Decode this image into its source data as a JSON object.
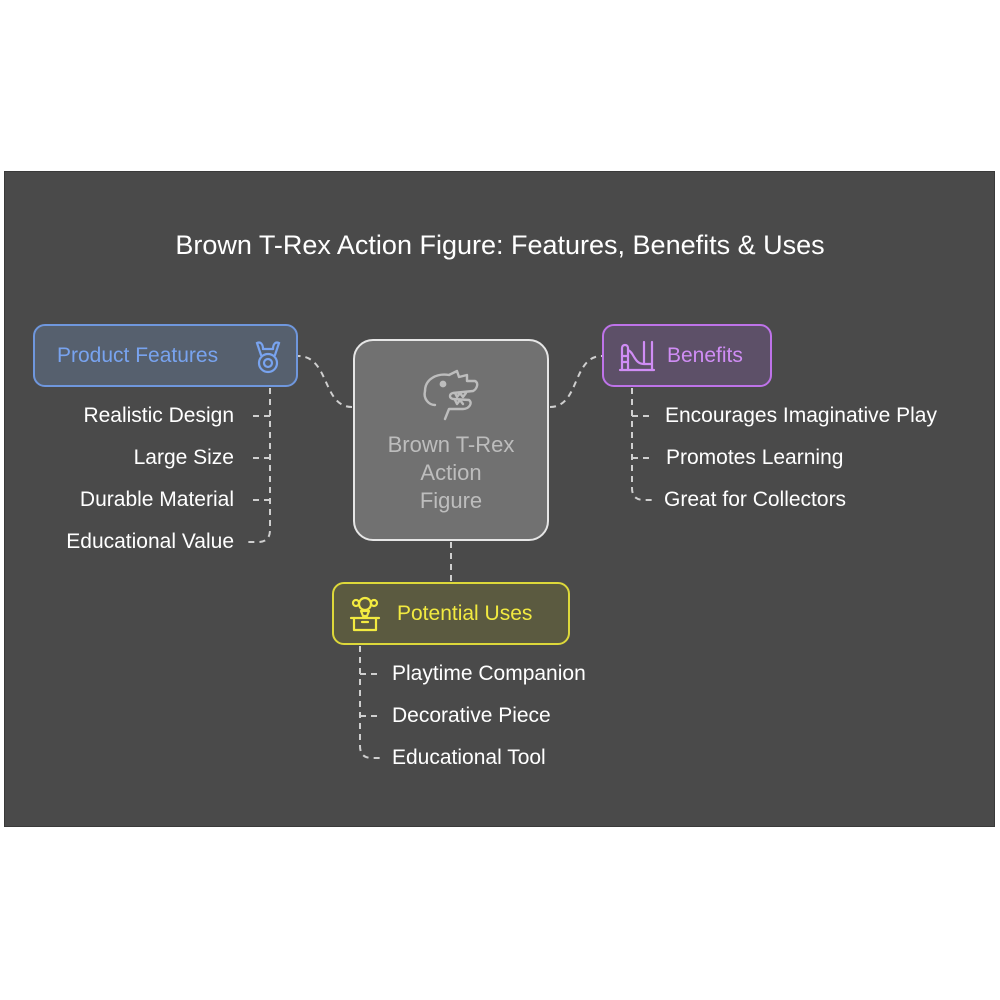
{
  "title": "Brown T-Rex Action Figure: Features, Benefits & Uses",
  "center": {
    "label_lines": [
      "Brown T-Rex",
      "Action",
      "Figure"
    ],
    "icon": "t-rex-icon"
  },
  "features": {
    "label": "Product Features",
    "icon": "rattle-icon",
    "color": "#6f97dd",
    "items": [
      "Realistic Design",
      "Large Size",
      "Durable Material",
      "Educational Value"
    ]
  },
  "benefits": {
    "label": "Benefits",
    "icon": "slide-icon",
    "color": "#be73e9",
    "items": [
      "Encourages Imaginative Play",
      "Promotes Learning",
      "Great for Collectors"
    ]
  },
  "uses": {
    "label": "Potential Uses",
    "icon": "jack-in-the-box-icon",
    "color": "#ddd83a",
    "items": [
      "Playtime Companion",
      "Decorative Piece",
      "Educational Tool"
    ]
  }
}
